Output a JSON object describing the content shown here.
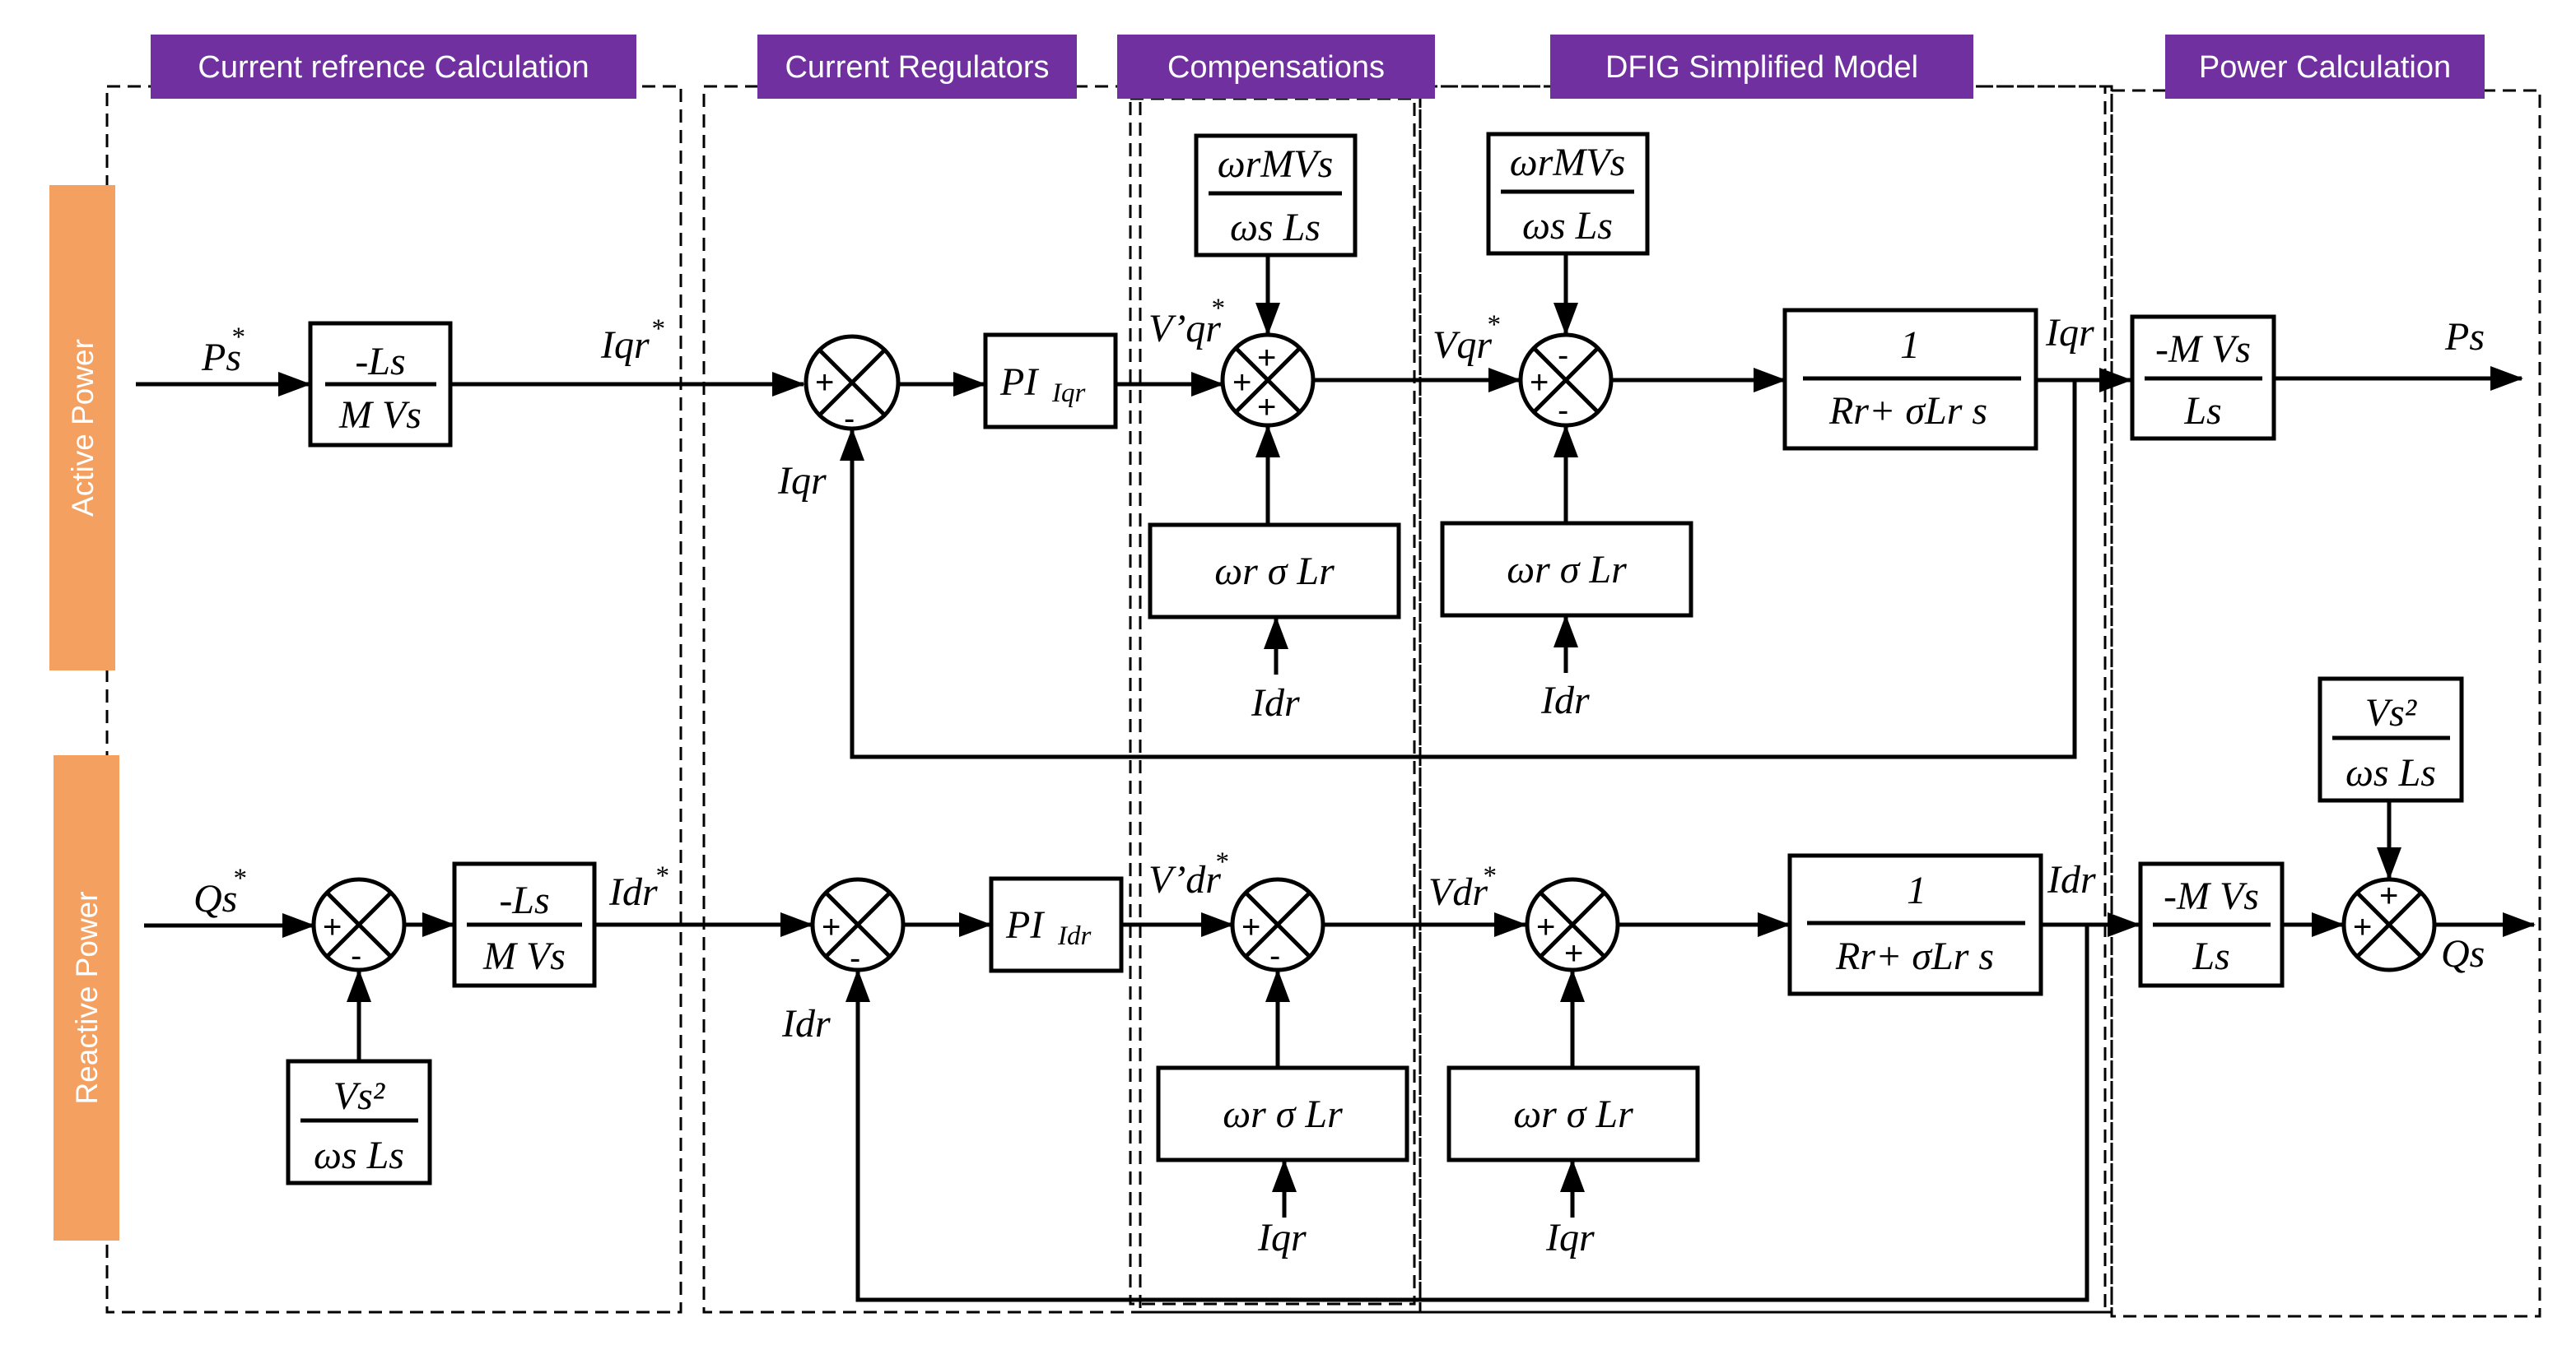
{
  "colors": {
    "header_bg": "#7030a0",
    "side_bg": "#f4a060",
    "header_text": "#ffffff",
    "line": "#000000"
  },
  "headers": {
    "current_reference": "Current refrence Calculation",
    "current_regulators": "Current Regulators",
    "compensations": "Compensations",
    "dfig_model": "DFIG Simplified Model",
    "power_calc": "Power Calculation"
  },
  "side_labels": {
    "active": "Active Power",
    "reactive": "Reactive Power"
  },
  "signals": {
    "ps_star": "Ps",
    "qs_star": "Qs",
    "star": "*",
    "iqr_star": "Iqr",
    "idr_star": "Idr",
    "v_qr_star": "V’qr",
    "v_dr_star": "V’dr",
    "vqr_star": "Vqr",
    "vdr_star": "Vdr",
    "iqr": "Iqr",
    "idr": "Idr",
    "ps": "Ps",
    "qs": "Qs"
  },
  "blocks": {
    "ref_num": "-Ls",
    "ref_den": "M Vs",
    "pi": "PI",
    "pi_iqr_sub": "Iqr",
    "pi_idr_sub": "Idr",
    "emf_num": "ωrMVs",
    "emf_den": "ωs Ls",
    "coupling": "ωr σ Lr",
    "plant_num": "1",
    "plant_den": "Rr+ σLr s",
    "pw_num": "-M Vs",
    "pw_den": "Ls",
    "vs2_num": "Vs²",
    "vs2_den": "ωs Ls"
  },
  "signs": {
    "plus": "+",
    "minus": "-"
  }
}
